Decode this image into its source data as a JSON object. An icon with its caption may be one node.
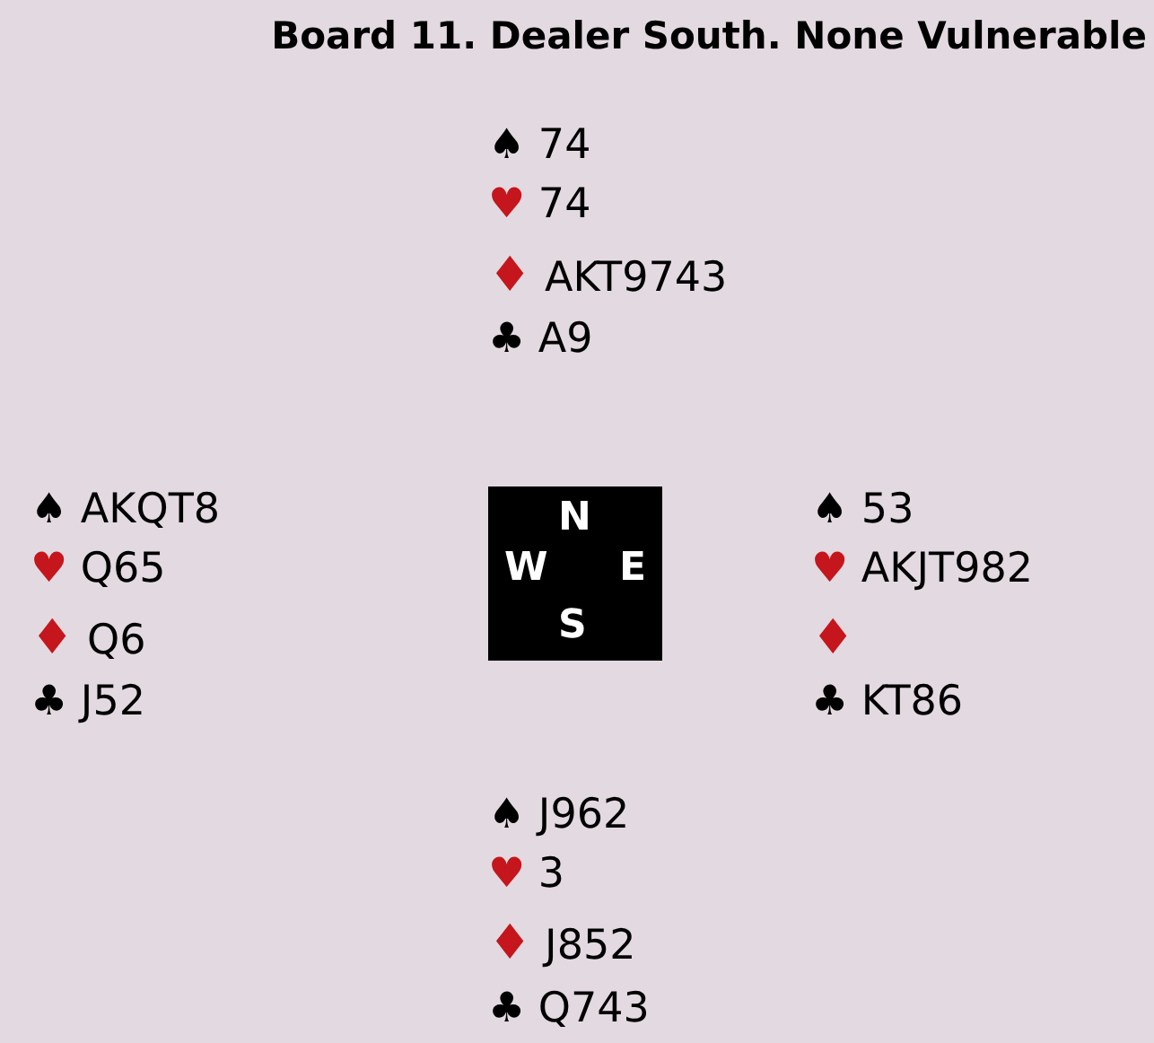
{
  "diagram": {
    "title": "Board 11. Dealer South. None Vulnerable",
    "nodes": [
      {
        "text": [
          "N",
          "W",
          "E",
          "S"
        ]
      }
    ],
    "edges": [],
    "labels": [
      "♠ 74",
      "♥ 74",
      "♦ AKT9743",
      "♣ A9",
      "♠ AKQT8",
      "♥ Q65",
      "♦ Q6",
      "♣ J52",
      "♠ 53",
      "♥ AKJT982",
      "♦",
      "♣ KT86",
      "♠ J962",
      "♥ 3",
      "♦ J852",
      "♣ Q743"
    ]
  }
}
